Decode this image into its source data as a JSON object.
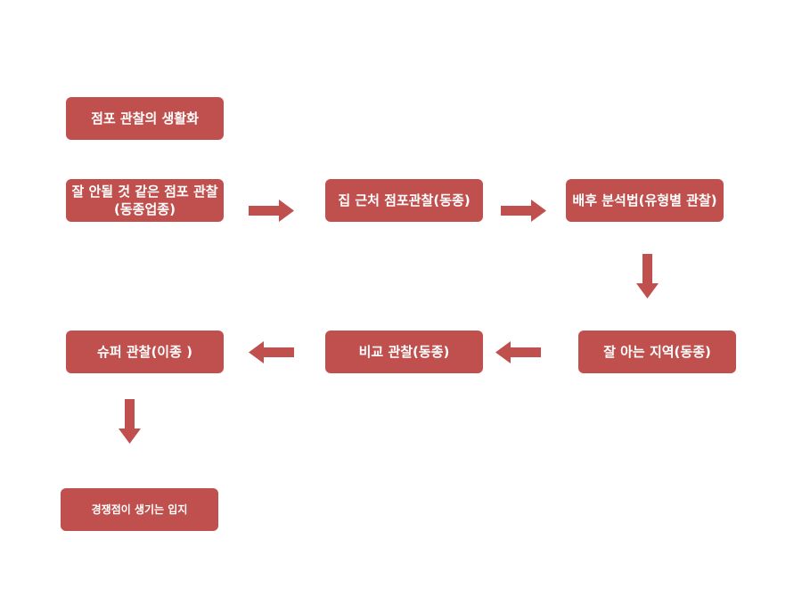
{
  "colors": {
    "box_fill": "#c0504d",
    "box_text": "#ffffff",
    "arrow_fill": "#c0504d"
  },
  "nodes": {
    "title": "점포 관찰의 생활화",
    "step1": "잘 안될 것 같은 점포 관찰(동종업종)",
    "step2": "집 근처 점포관찰(동종)",
    "step3": "배후 분석법(유형별 관찰)",
    "step4": "잘 아는 지역(동종)",
    "step5": "비교 관찰(동종)",
    "step6": "슈퍼 관찰(이종 )",
    "step7": "경쟁점이 생기는 입지"
  },
  "arrows": {
    "a1": "right",
    "a2": "right",
    "a3": "down",
    "a4": "left",
    "a5": "left",
    "a6": "down"
  }
}
